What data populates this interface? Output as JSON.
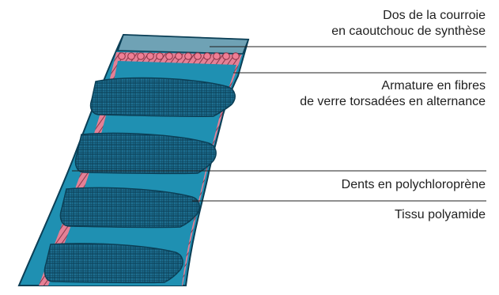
{
  "labels": {
    "back": {
      "line1": "Dos de la courroie",
      "line2": "en caoutchouc de synthèse"
    },
    "cords": {
      "line1": "Armature en fibres",
      "line2": "de verre torsadées en alternance"
    },
    "teeth": {
      "line1": "Dents en polychloroprène"
    },
    "fabric": {
      "line1": "Tissu polyamide"
    }
  },
  "colors": {
    "belt_blue": "#1f90b2",
    "belt_dark": "#0b3f56",
    "cord_pink": "#ef7f95",
    "fabric_teal": "#1e6f91",
    "leader_line": "#1f1f1f"
  }
}
